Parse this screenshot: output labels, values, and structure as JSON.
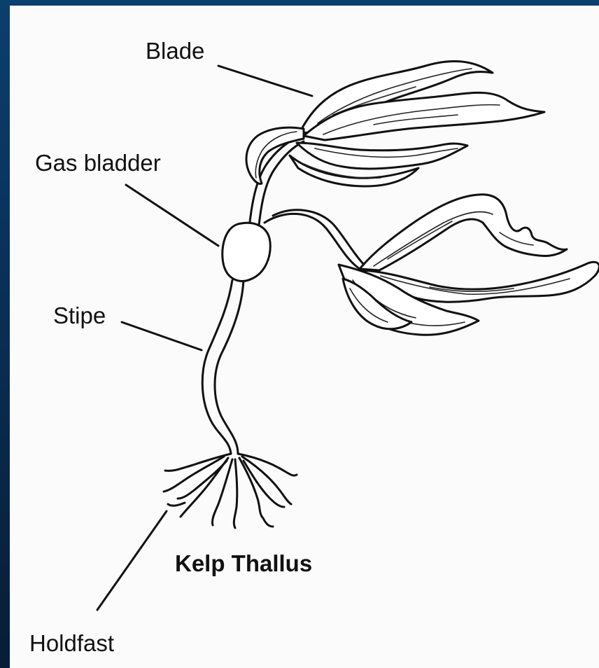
{
  "diagram": {
    "title": "Kelp Thallus",
    "labels": {
      "blade": "Blade",
      "gas_bladder": "Gas bladder",
      "stipe": "Stipe",
      "holdfast": "Holdfast"
    },
    "colors": {
      "background_frame": "#0a2f55",
      "paper": "#fbfbfb",
      "ink": "#111111"
    }
  }
}
